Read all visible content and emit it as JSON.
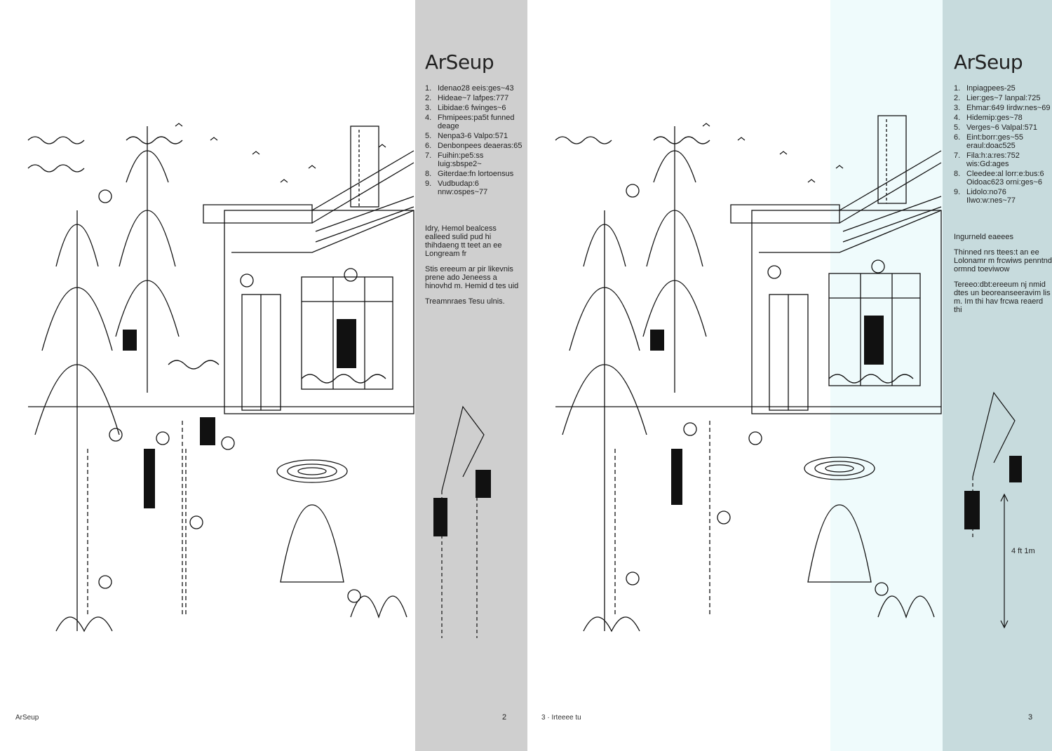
{
  "left_page": {
    "title": "ArSeup",
    "list": [
      {
        "n": "1.",
        "text": "Idenao28 eeis:ges~43"
      },
      {
        "n": "2.",
        "text": "Hideae~7 lafpes:777"
      },
      {
        "n": "3.",
        "text": "Libidae:6 fwinges~6"
      },
      {
        "n": "4.",
        "text": "Fhmipees:pa5t funned deage"
      },
      {
        "n": "5.",
        "text": "Nenpa3-6 Valpo:571"
      },
      {
        "n": "6.",
        "text": "Denbonpees deaeras:65"
      },
      {
        "n": "7.",
        "text": "Fuihin:pe5:ss Iuig:sbspe2~"
      },
      {
        "n": "8.",
        "text": "Giterdae:fn lortoensus"
      },
      {
        "n": "9.",
        "text": "Vudbudap:6 nnw:ospes~77"
      }
    ],
    "paragraph_1": "Idry, Hemol bealcess ealleed sulid pud hi thihdaeng tt teet an ee Longream fr",
    "paragraph_2": "Stis ereeum ar pir likevnis prene ado Jeneess a hinovhd m. Hemid d tes uid",
    "paragraph_3": "Treamnraes Tesu ulnis.",
    "folio": "ArSeup",
    "page_number": "2"
  },
  "right_page": {
    "title": "ArSeup",
    "list": [
      {
        "n": "1.",
        "text": "Inpiagpees-25"
      },
      {
        "n": "2.",
        "text": "Lier:ges~7 lanpal:725"
      },
      {
        "n": "3.",
        "text": "Ehmar:649 Iirdw:nes~69"
      },
      {
        "n": "4.",
        "text": "Hidemip:ges~78"
      },
      {
        "n": "5.",
        "text": "Verges~6 Valpal:571"
      },
      {
        "n": "6.",
        "text": "Eint:borr:ges~55 eraul:doac525"
      },
      {
        "n": "7.",
        "text": "Fila:h:a:res:752 wis:Gd:ages"
      },
      {
        "n": "8.",
        "text": "Cleedee:al lorr:e:bus:6 Oidoac623 orni:ges~6"
      },
      {
        "n": "9.",
        "text": "Lidolo:no76 Ilwo:w:nes~77"
      }
    ],
    "paragraph_1": "Ingurneld eaeees",
    "paragraph_2": "Thinned nrs ttees:t an ee Lolonamr m frcwiws penntnd ormnd toeviwow",
    "paragraph_3": "Tereeo:dbt:ereeum nj nmid dtes un beoreanseeravim lis m. Im thi hav frcwa reaerd thi",
    "dimension_label": "4 ft 1m",
    "folio": "3 · Irteeee tu",
    "page_number": "3"
  }
}
